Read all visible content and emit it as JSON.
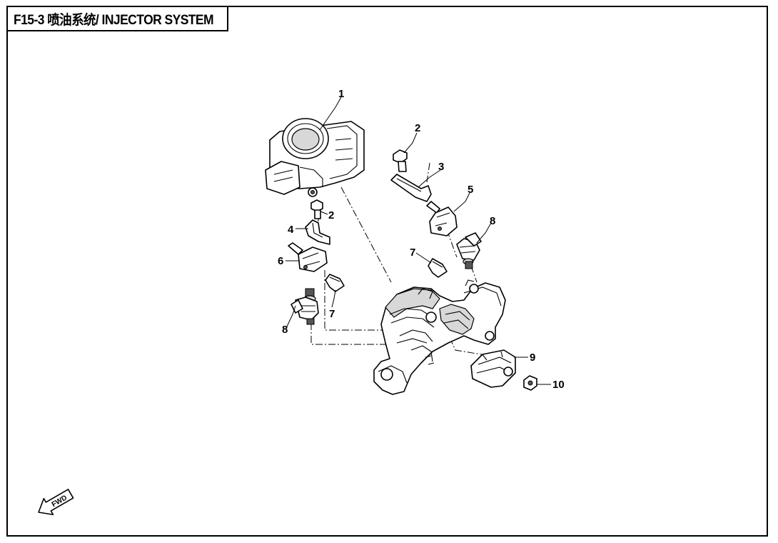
{
  "header": {
    "title": "F15-3 喷油系统/ INJECTOR SYSTEM"
  },
  "callouts": [
    "1",
    "2",
    "3",
    "2",
    "4",
    "5",
    "6",
    "7",
    "8",
    "7",
    "8",
    "9",
    "10"
  ],
  "direction_marker": {
    "text": "FWD"
  }
}
